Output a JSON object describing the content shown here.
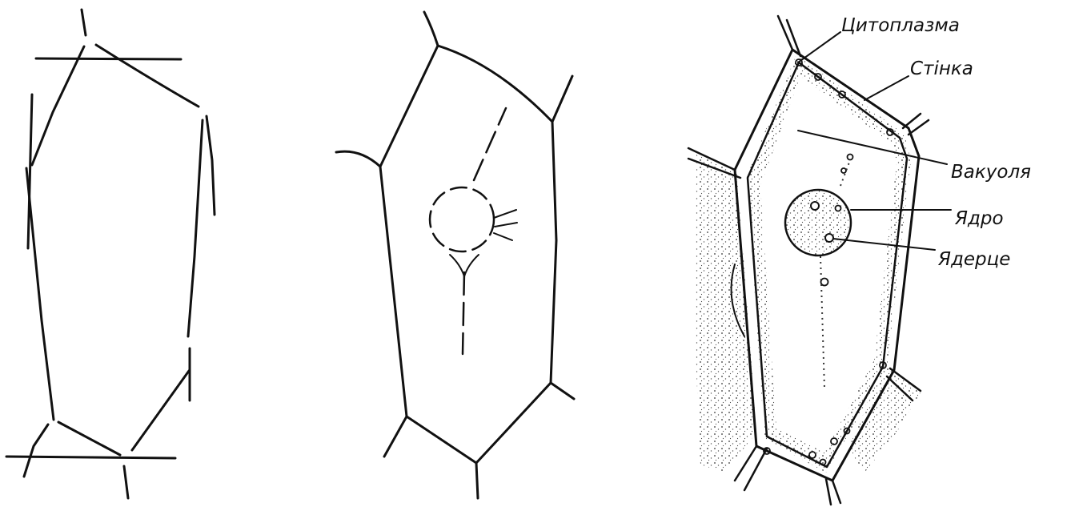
{
  "labels": {
    "cytoplasm": "Цитоплазма",
    "wall": "Стінка",
    "vacuole": "Вакуоля",
    "nucleus": "Ядро",
    "nucleolus": "Ядерце"
  }
}
